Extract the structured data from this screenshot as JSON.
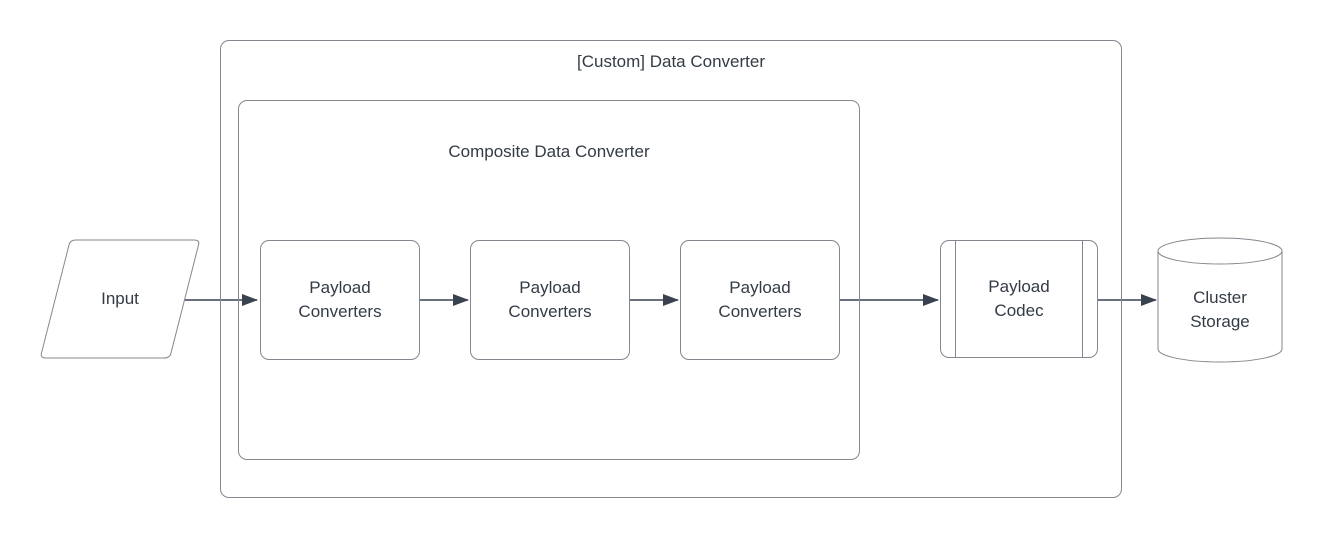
{
  "diagram": {
    "background_color": "#ffffff",
    "shape_border_color": "#83878e",
    "connector_color": "#3a4250",
    "text_color": "#333b45",
    "containers": [
      {
        "id": "custom-data-converter",
        "label": "[Custom] Data Converter"
      },
      {
        "id": "composite-data-converter",
        "label": "Composite Data Converter"
      }
    ],
    "nodes": [
      {
        "id": "input",
        "shape": "parallelogram",
        "label": "Input"
      },
      {
        "id": "payload-converters-1",
        "shape": "rounded-rect",
        "label": "Payload Converters"
      },
      {
        "id": "payload-converters-2",
        "shape": "rounded-rect",
        "label": "Payload Converters"
      },
      {
        "id": "payload-converters-3",
        "shape": "rounded-rect",
        "label": "Payload Converters"
      },
      {
        "id": "payload-codec",
        "shape": "predefined-process",
        "label": "Payload Codec"
      },
      {
        "id": "cluster-storage",
        "shape": "cylinder",
        "label": "Cluster Storage"
      }
    ],
    "connectors": [
      {
        "from": "input",
        "to": "payload-converters-1"
      },
      {
        "from": "payload-converters-1",
        "to": "payload-converters-2"
      },
      {
        "from": "payload-converters-2",
        "to": "payload-converters-3"
      },
      {
        "from": "payload-converters-3",
        "to": "payload-codec"
      },
      {
        "from": "payload-codec",
        "to": "cluster-storage"
      }
    ]
  }
}
